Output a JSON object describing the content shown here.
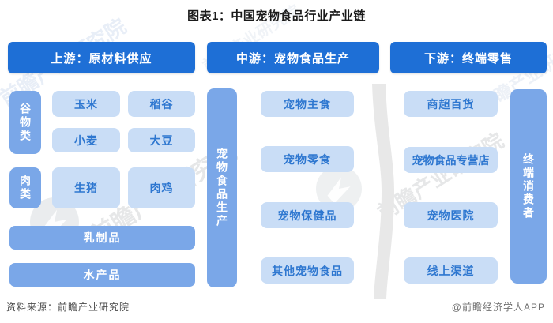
{
  "title": "图表1：中国宠物食品行业产业链",
  "sections": {
    "upstream": {
      "header": "上游：原材料供应",
      "groups": [
        {
          "label": "谷物类",
          "items": [
            "玉米",
            "稻谷",
            "小麦",
            "大豆"
          ]
        },
        {
          "label": "肉类",
          "items": [
            "生猪",
            "肉鸡"
          ]
        }
      ],
      "bars": [
        "乳制品",
        "水产品"
      ]
    },
    "midstream": {
      "header": "中游：宠物食品生产",
      "side_label": "宠物食品生产",
      "items": [
        "宠物主食",
        "宠物零食",
        "宠物保健品",
        "其他宠物食品"
      ]
    },
    "downstream": {
      "header": "下游：终端零售",
      "side_label": "终端消费者",
      "items": [
        "商超百货",
        "宠物食品专营店",
        "宠物医院",
        "线上渠道"
      ]
    }
  },
  "footer": {
    "source": "资料来源：前瞻产业研究院",
    "credit": "@前瞻经济学人APP"
  },
  "watermark": {
    "text": "前瞻产业研究院"
  },
  "colors": {
    "header_blue": "#1e6fd6",
    "bar_blue": "#7aa7e8",
    "item_bg": "#c9ddf6",
    "item_text": "#2e77d0"
  }
}
